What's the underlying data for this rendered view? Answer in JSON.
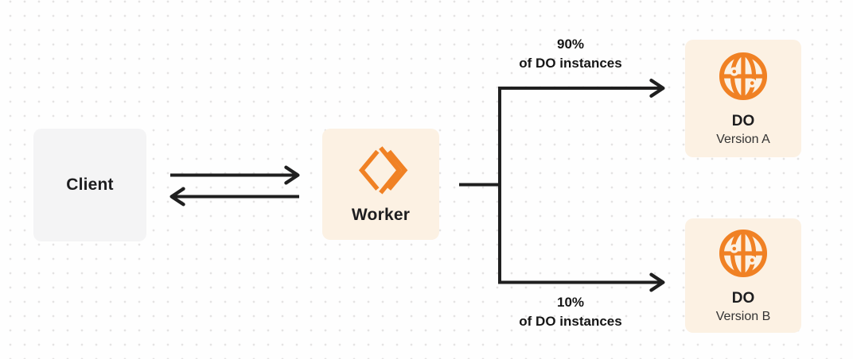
{
  "diagram": {
    "background": {
      "canvas_color": "#fefefe",
      "dot_grid_color": "#e4e3e3"
    },
    "colors": {
      "accent_orange": "#f08124",
      "node_cream_bg": "#fcf1e3",
      "node_gray_bg": "#f4f4f5",
      "arrow_color": "#1f1f1f",
      "text_color": "#1d1d1f"
    },
    "nodes": {
      "client": {
        "label": "Client",
        "bg_color": "#f4f4f5"
      },
      "worker": {
        "label": "Worker",
        "bg_color": "#fcf1e3",
        "icon": "cloudflare-workers-icon",
        "icon_color": "#f08124"
      },
      "do_version_a": {
        "title": "DO",
        "subtitle": "Version A",
        "bg_color": "#fcf1e3",
        "icon": "globe-icon",
        "icon_color": "#f08124"
      },
      "do_version_b": {
        "title": "DO",
        "subtitle": "Version B",
        "bg_color": "#fcf1e3",
        "icon": "globe-icon",
        "icon_color": "#f08124"
      }
    },
    "edges": {
      "client_worker": {
        "type": "bidirectional-arrows"
      },
      "worker_split": {
        "top": {
          "line1": "90%",
          "line2": "of DO instances"
        },
        "bottom": {
          "line1": "10%",
          "line2": "of DO instances"
        }
      }
    }
  }
}
